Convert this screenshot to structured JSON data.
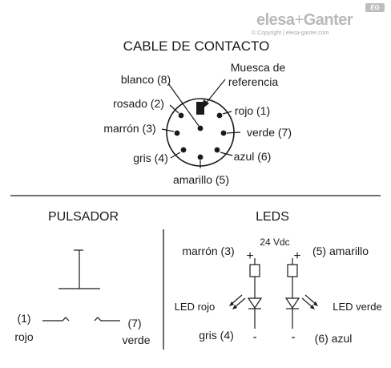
{
  "logo": {
    "brand_left": "elesa",
    "brand_plus": "+",
    "brand_right": "Ganter",
    "copyright": "© Copyright | elesa-ganter.com",
    "badge": "EG"
  },
  "cable": {
    "title": "CABLE DE CONTACTO",
    "notch_label_line1": "Muesca de",
    "notch_label_line2": "referencia",
    "pins": {
      "blanco": "blanco (8)",
      "rosado": "rosado (2)",
      "marron": "marrón (3)",
      "gris": "gris (4)",
      "amarillo": "amarillo (5)",
      "azul": "azul (6)",
      "verde": "verde (7)",
      "rojo": "rojo (1)"
    }
  },
  "pulsador": {
    "title": "PULSADOR",
    "left_num": "(1)",
    "left_color": "rojo",
    "right_num": "(7)",
    "right_color": "verde"
  },
  "leds": {
    "title": "LEDS",
    "voltage": "24 Vdc",
    "left_top": "marrón (3)",
    "right_top": "(5) amarillo",
    "plus_left": "+",
    "plus_right": "+",
    "led_left": "LED rojo",
    "led_right": "LED verde",
    "left_bottom": "gris (4)",
    "right_bottom": "(6) azul",
    "minus_left": "-",
    "minus_right": "-"
  }
}
